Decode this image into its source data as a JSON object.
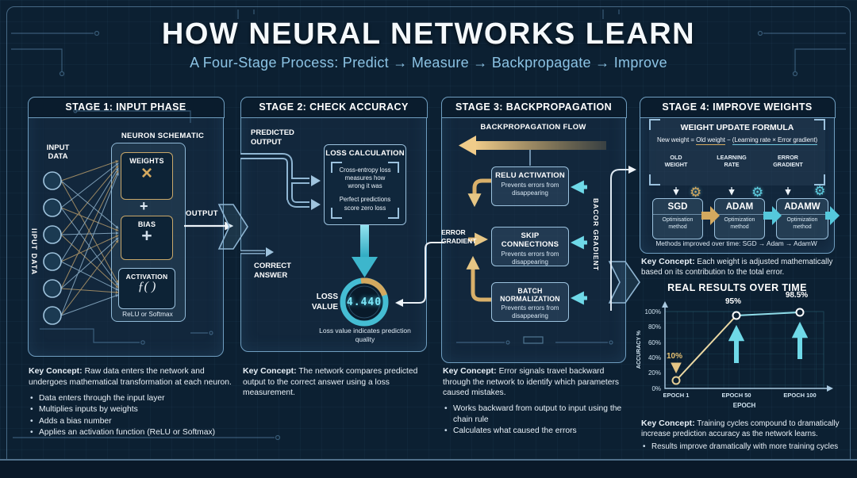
{
  "header": {
    "title": "HOW NEURAL NETWORKS LEARN",
    "subtitle": "A Four-Stage Process: Predict → Measure → Backpropagate → Improve"
  },
  "stage1": {
    "title": "STAGE 1: INPUT PHASE",
    "input_data": "INPUT DATA",
    "input_data_side": "IIPUT DATA",
    "schematic": "NEURON SCHEMATIC",
    "weights_label": "WEIGHTS",
    "weights_symbol": "×",
    "plus": "+",
    "bias_label": "BIAS",
    "bias_symbol": "+",
    "activation_label": "ACTIVATION",
    "activation_symbol": "ƒ( )",
    "activation_note": "ReLU or Softmax",
    "output": "OUTPUT",
    "key_concept_label": "Key Concept:",
    "key_concept": "Raw data enters the network and undergoes mathematical transformation at each neuron.",
    "bullets": [
      "Data enters through the input layer",
      "Multiplies inputs by weights",
      "Adds a bias number",
      "Applies an activation function (ReLU or Softmax)"
    ]
  },
  "stage2": {
    "title": "STAGE 2: CHECK ACCURACY",
    "predicted_output": "PREDICTED OUTPUT",
    "correct_answer": "CORRECT ANSWER",
    "loss_calc_title": "LOSS CALCULATION",
    "loss_calc_line1": "Cross-entropy loss measures how wrong it was",
    "loss_calc_line2": "Perfect predictions score zero loss",
    "loss_value_label": "LOSS VALUE",
    "loss_value": "4.440",
    "gauge_caption": "Loss value indicates prediction quality",
    "key_concept_label": "Key Concept:",
    "key_concept": "The network compares predicted output to the correct answer using a loss measurement."
  },
  "stage3": {
    "title": "STAGE 3: BACKPROPAGATION",
    "flow_label": "BACKPROPAGATION FLOW",
    "error_gradient": "ERROR GRADIENT",
    "side_label": "BACOR GRADIENT",
    "boxes": [
      {
        "title": "RELU ACTIVATION",
        "subtitle": "Prevents errors from disappearing"
      },
      {
        "title": "SKIP CONNECTIONS",
        "subtitle": "Prevents errors from disappearing"
      },
      {
        "title": "BATCH NORMALIZATION",
        "subtitle": "Prevents errors from disappearing"
      }
    ],
    "key_concept_label": "Key Concept:",
    "key_concept": "Error signals travel backward through the network to identify which parameters caused mistakes.",
    "bullets": [
      "Works backward from output to input using the chain rule",
      "Calculates what caused the errors"
    ]
  },
  "stage4": {
    "title": "STAGE 4: IMPROVE WEIGHTS",
    "formula_title": "WEIGHT UPDATE FORMULA",
    "formula_pre": "New weight =",
    "formula_old": "Old weight",
    "formula_minus": "−",
    "formula_rest": "(Learning rate × Error gradient)",
    "formula_terms": [
      "OLD WEIGHT",
      "LEARNING RATE",
      "ERROR GRADIENT"
    ],
    "optimizers": [
      {
        "name": "SGD",
        "desc": "Optimisation method"
      },
      {
        "name": "ADAM",
        "desc": "Optimization method"
      },
      {
        "name": "ADAMW",
        "desc": "Optimization method"
      }
    ],
    "timeline_note": "Methods improved over time: SGD → Adam → AdamW",
    "key_concept_label": "Key Concept:",
    "key_concept": "Each weight is adjusted mathematically based on its contribution to the total error.",
    "key_concept2_label": "Key Concept:",
    "key_concept2": "Training cycles compound to dramatically increase prediction accuracy as the network learns.",
    "bullets2": [
      "Results improve dramatically with more training cycles"
    ]
  },
  "chart_data": {
    "type": "line",
    "title": "REAL RESULTS OVER TIME",
    "x": [
      "EPOCH 1",
      "EPOCH 50",
      "EPOCH 100"
    ],
    "values": [
      10,
      95,
      98.5
    ],
    "point_labels": [
      "10%",
      "95%",
      "98.5%"
    ],
    "xlabel": "EPOCH",
    "ylabel": "ACCURACY %",
    "yticks": [
      "0%",
      "20%",
      "40%",
      "60%",
      "80%",
      "100%"
    ],
    "ylim": [
      0,
      100
    ],
    "grid": true,
    "legend": false,
    "line_colors": [
      "#ecd9a4",
      "#8fdde9"
    ]
  },
  "colors": {
    "gold": "#d4a95f",
    "teal": "#4fc8dc",
    "panel_border": "#6f9ec0",
    "accent_text": "#8cc3e4",
    "background": "#0c2032"
  }
}
